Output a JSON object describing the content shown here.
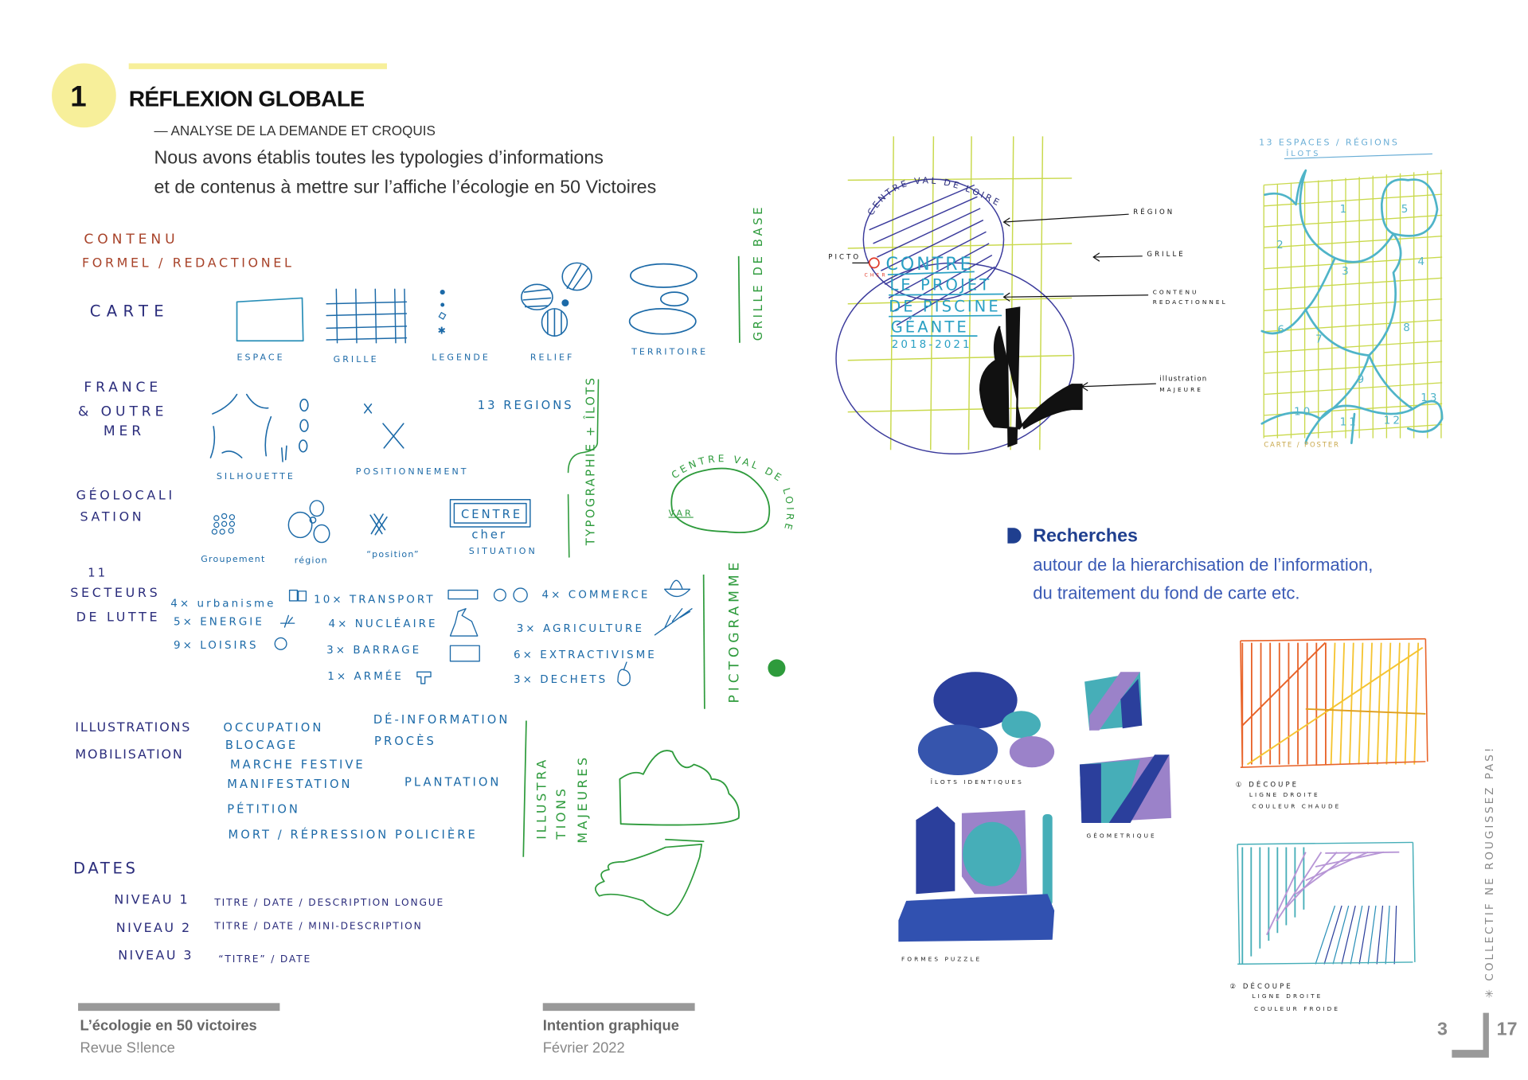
{
  "header": {
    "section_number": "1",
    "title": "RÉFLEXION GLOBALE",
    "subtitle": "— ANALYSE DE LA DEMANDE ET CROQUIS",
    "body_lines": [
      "Nous avons établis toutes les typologies d’informations",
      "et de contenus à mettre sur l’affiche l’écologie en 50 Victoires"
    ]
  },
  "sketch_contents": {
    "heading": [
      "CONTENU",
      "FORMEL / REDACTIONEL"
    ],
    "carte": {
      "label": "CARTE",
      "items": [
        "ESPACE",
        "GRILLE",
        "LEGENDE",
        "RELIEF",
        "TERRITOIRE"
      ],
      "group": "GRILLE DE BASE"
    },
    "france": {
      "label": [
        "FRANCE",
        "& OUTRE",
        "MER"
      ],
      "items": [
        "SILHOUETTE",
        "POSITIONNEMENT",
        "13 REGIONS"
      ]
    },
    "geoloc": {
      "label": [
        "GÉOLOCALI",
        "SATION"
      ],
      "items": [
        "Groupement",
        "région",
        "“position”",
        "SITUATION"
      ],
      "box_text": "CENTRE",
      "box_sub": "cher",
      "group": "TYPOGRAPHIE + ÎLOTS",
      "blob_text": "CENTRE VAL DE LOIRE",
      "blob_inner": "VAR"
    },
    "secteurs": {
      "label": [
        "11",
        "SECTEURS",
        "DE LUTTE"
      ],
      "items": [
        "4× urbanisme",
        "10× TRANSPORT",
        "4× COMMERCE",
        "5× ENERGIE",
        "4× NUCLÉAIRE",
        "3× AGRICULTURE",
        "9× LOISIRS",
        "3× BARRAGE",
        "6× EXTRACTIVISME",
        "1× ARMÉE",
        "3× DECHETS"
      ],
      "group": "PICTOGRAMME"
    },
    "illustrations": {
      "label": [
        "ILLUSTRATIONS",
        "MOBILISATION"
      ],
      "items": [
        "OCCUPATION",
        "DÉ-INFORMATION",
        "BLOCAGE",
        "PROCÈS",
        "MARCHE FESTIVE",
        "MANIFESTATION",
        "PLANTATION",
        "PÉTITION",
        "MORT / RÉPRESSION POLICIÈRE"
      ],
      "group": [
        "ILLUSTRA",
        "TIONS",
        "MAJEURES"
      ]
    },
    "dates": {
      "label": "DATES",
      "levels": [
        {
          "name": "NIVEAU 1",
          "desc": "TITRE / DATE / DESCRIPTION LONGUE"
        },
        {
          "name": "NIVEAU 2",
          "desc": "TITRE / DATE / MINI-DESCRIPTION"
        },
        {
          "name": "NIVEAU 3",
          "desc": "“TITRE” / DATE"
        }
      ]
    }
  },
  "sketch_poster": {
    "arc_text": "CENTRE VAL DE LOIRE",
    "poster_lines": [
      "CONTRE",
      "LE PROJET",
      "DE PISCINE",
      "GÉANTE"
    ],
    "years": "2018-2021",
    "picto_label": "PICTO",
    "picto_sub": "CHER",
    "annotations": [
      "RÉGION",
      "GRILLE",
      "CONTENU",
      "REDACTIONNEL",
      "illustration",
      "MAJEURE"
    ]
  },
  "sketch_regions": {
    "title": "13 ESPACES / RÉGIONS",
    "title_sub": "ÎLOTS",
    "numbers": [
      "1",
      "2",
      "3",
      "4",
      "5",
      "6",
      "7",
      "8",
      "9",
      "10",
      "11",
      "12",
      "13"
    ],
    "caption": "CARTE / POSTER"
  },
  "recherches": {
    "title": "Recherches",
    "lines": [
      "autour de la hierarchisation de l’information,",
      "du traitement du fond de carte etc."
    ]
  },
  "color_studies": {
    "labels": [
      "ÎLOTS IDENTIQUES",
      "GÉOMETRIQUE",
      "FORMES PUZZLE"
    ],
    "warm": [
      "① DÉCOUPE",
      "LIGNE DROITE",
      "COULEUR CHAUDE"
    ],
    "cold": [
      "② DÉCOUPE",
      "LIGNE DROITE",
      "COULEUR FROIDE"
    ]
  },
  "side_note": "✳ COLLECTIF NE ROUGISSEZ PAS!",
  "footer": {
    "left_title": "L’écologie en 50 victoires",
    "left_sub": "Revue S!lence",
    "mid_title": "Intention graphique",
    "mid_sub": "Février 2022",
    "page_left": "3",
    "page_right": "17"
  },
  "colors": {
    "accent_yellow": "#f7ef9a",
    "heading_blue": "#1f3f8f",
    "footer_gray": "#999999"
  }
}
